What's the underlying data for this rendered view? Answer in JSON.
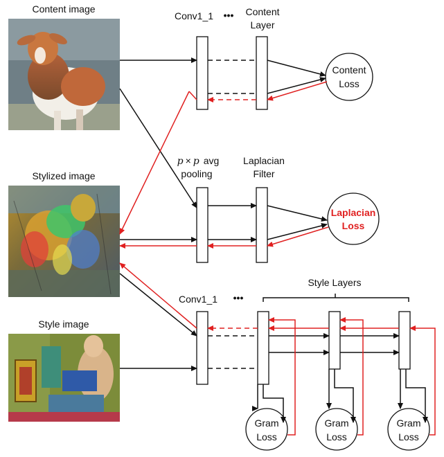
{
  "labels": {
    "content_image": "Content image",
    "stylized_image": "Stylized image",
    "style_image": "Style image",
    "conv1_1_top": "Conv1_1",
    "content_layer_line1": "Content",
    "content_layer_line2": "Layer",
    "ellipsis": "•••",
    "pooling_p": "p",
    "pooling_times": "×",
    "pooling_avg": "avg",
    "pooling_line2": "pooling",
    "laplacian_filter_line1": "Laplacian",
    "laplacian_filter_line2": "Filter",
    "conv1_1_bottom": "Conv1_1",
    "style_layers": "Style Layers"
  },
  "losses": {
    "content_line1": "Content",
    "content_line2": "Loss",
    "laplacian_line1": "Laplacian",
    "laplacian_line2": "Loss",
    "gram_line1": "Gram",
    "gram_line2": "Loss"
  },
  "colors": {
    "forward": "#111111",
    "backward": "#e02020",
    "laplacian_loss_text": "#e02020"
  },
  "images": {
    "content": "goat photograph",
    "stylized": "stylized goat painting",
    "style": "cubist painting"
  }
}
